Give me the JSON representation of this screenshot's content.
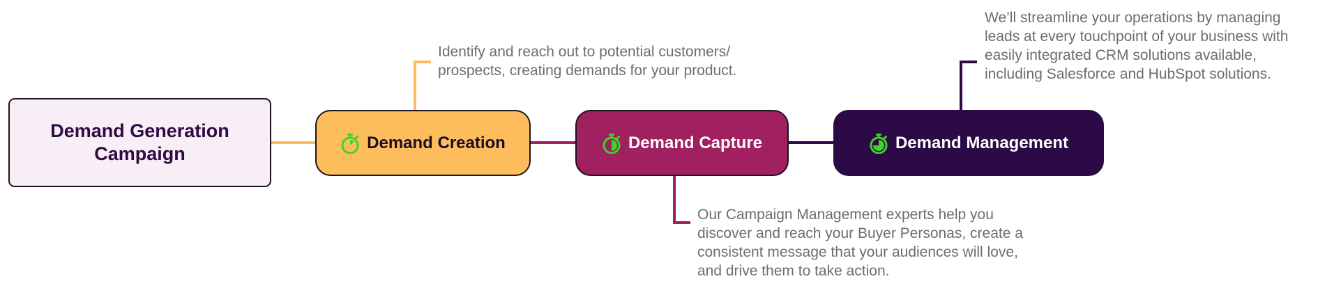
{
  "colors": {
    "root_fill": "#f7eff5",
    "root_text": "#2e0b44",
    "creation": "#fdbd5c",
    "capture": "#a02060",
    "management": "#2c0a45",
    "icon_green": "#3fd12c",
    "description_text": "#6d6d6d"
  },
  "root": {
    "label": "Demand Generation\nCampaign"
  },
  "stages": [
    {
      "label": "Demand Creation",
      "icon": "stopwatch-quarter-icon",
      "description": "Identify and reach out to potential customers/ prospects, creating demands for your product."
    },
    {
      "label": "Demand Capture",
      "icon": "stopwatch-half-icon",
      "description": "Our Campaign Management experts help you discover and reach your Buyer Personas, create a consistent message that your audiences will love, and drive them to take action."
    },
    {
      "label": "Demand Management",
      "icon": "stopwatch-three-quarter-icon",
      "description": "We’ll streamline your operations by managing leads at every touchpoint of your business with easily integrated CRM solutions available, including Salesforce and HubSpot solutions."
    }
  ]
}
